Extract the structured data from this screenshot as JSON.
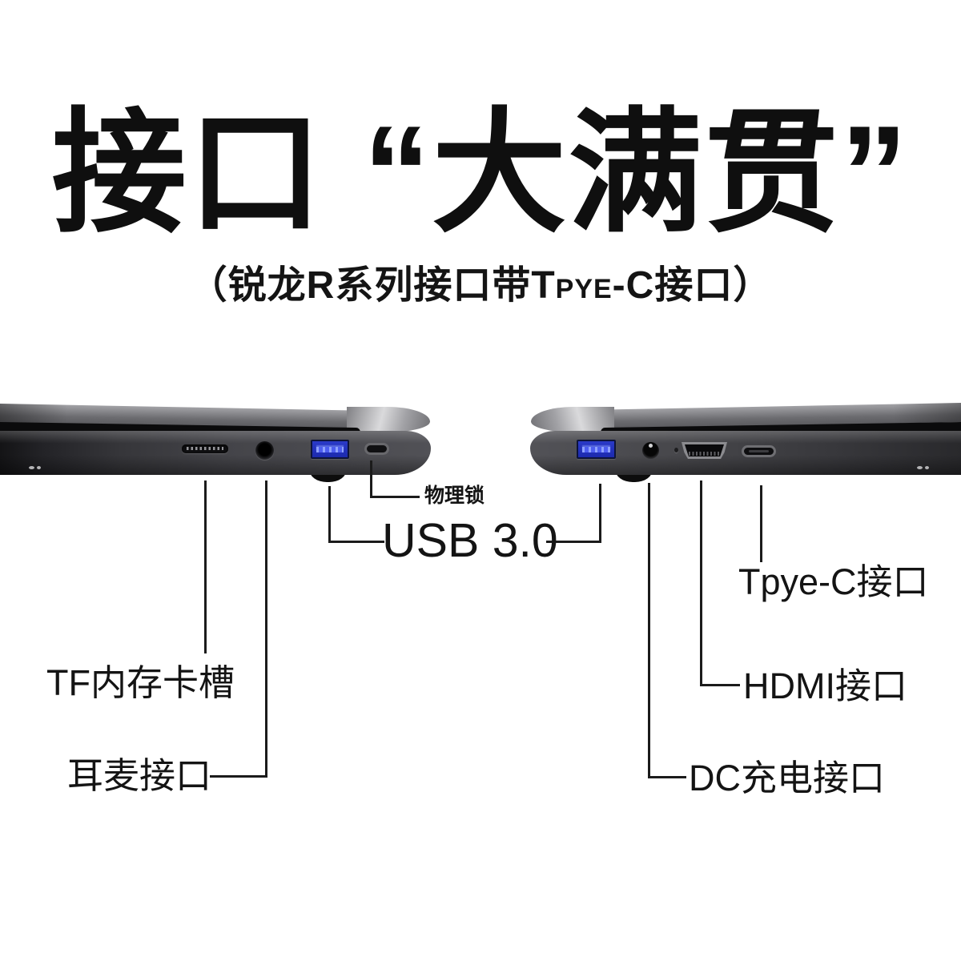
{
  "header": {
    "title": "接口 “大满贯”",
    "subtitle": "（锐龙R系列接口带Tpye-C接口）"
  },
  "annotations": {
    "physical_lock": "物理锁",
    "usb_3_0": "USB 3.0",
    "tf_card_slot": "TF内存卡槽",
    "headset_jack": "耳麦接口",
    "type_c_port": "Tpye-C接口",
    "hdmi_port": "HDMI接口",
    "dc_charge_port": "DC充电接口"
  },
  "diagram": {
    "left_side_view_ports": [
      "tf-card-slot",
      "headset-jack",
      "usb3-port",
      "lock-slot"
    ],
    "right_side_view_ports": [
      "usb3-port",
      "dc-jack",
      "power-led",
      "hdmi-port",
      "type-c-port"
    ]
  },
  "colors": {
    "background": "#ffffff",
    "headline_text": "#0f0f0f",
    "leader_line": "#1b1b1b",
    "laptop_base": "#45454a",
    "laptop_lid": "#8a8a8e",
    "usb_port_blue": "#2a3ac8"
  }
}
